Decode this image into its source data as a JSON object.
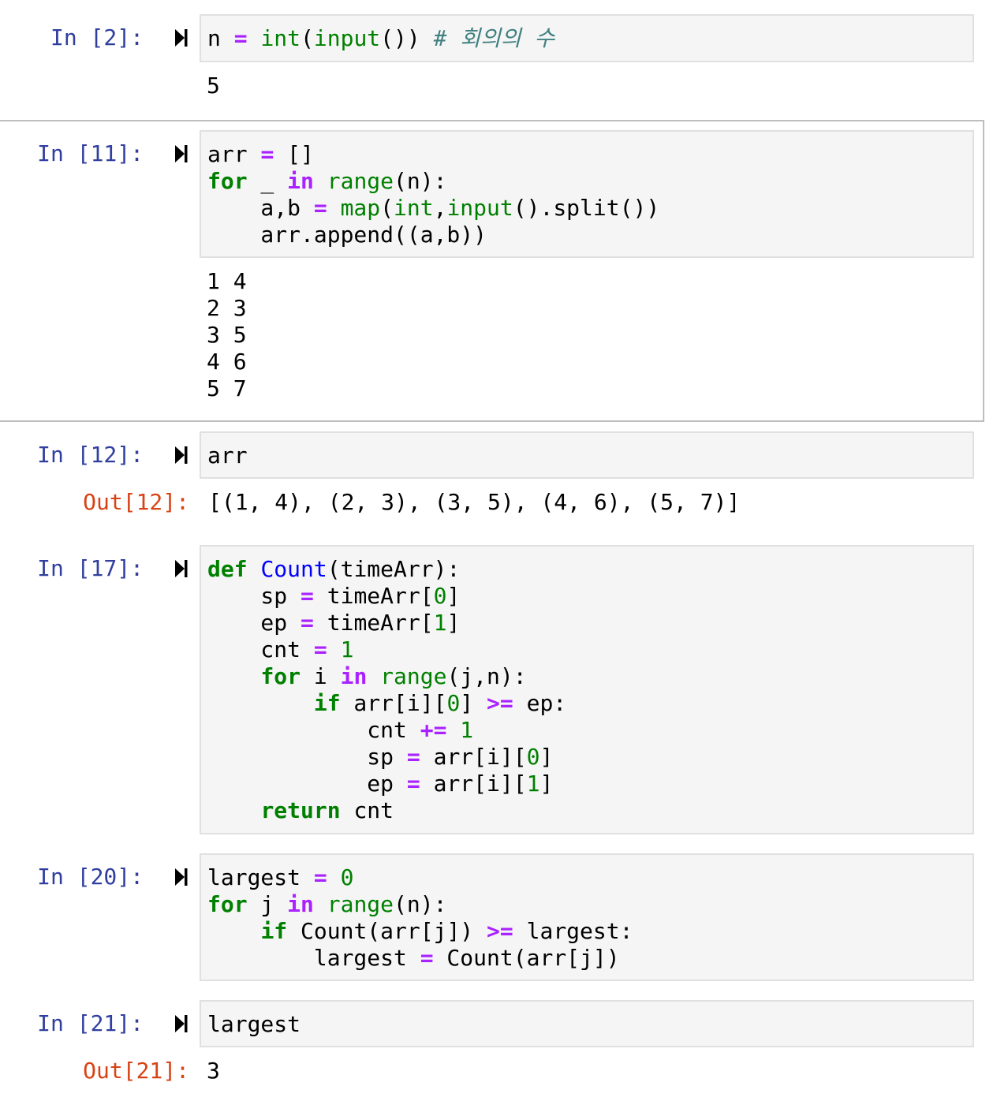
{
  "cells": [
    {
      "prompt": "In [2]:",
      "code_tokens": [
        {
          "t": "n ",
          "c": ""
        },
        {
          "t": "=",
          "c": "o"
        },
        {
          "t": " ",
          "c": ""
        },
        {
          "t": "int",
          "c": "b"
        },
        {
          "t": "(",
          "c": ""
        },
        {
          "t": "input",
          "c": "b"
        },
        {
          "t": "()) ",
          "c": ""
        },
        {
          "t": "# 회의의 수",
          "c": "c"
        }
      ],
      "output_lines": [
        "5"
      ]
    },
    {
      "prompt": "In [11]:",
      "code_tokens": [
        {
          "t": "arr ",
          "c": ""
        },
        {
          "t": "=",
          "c": "o"
        },
        {
          "t": " []\n",
          "c": ""
        },
        {
          "t": "for",
          "c": "k"
        },
        {
          "t": " _ ",
          "c": ""
        },
        {
          "t": "in",
          "c": "o"
        },
        {
          "t": " ",
          "c": ""
        },
        {
          "t": "range",
          "c": "b"
        },
        {
          "t": "(n):\n    a,b ",
          "c": ""
        },
        {
          "t": "=",
          "c": "o"
        },
        {
          "t": " ",
          "c": ""
        },
        {
          "t": "map",
          "c": "b"
        },
        {
          "t": "(",
          "c": ""
        },
        {
          "t": "int",
          "c": "b"
        },
        {
          "t": ",",
          "c": ""
        },
        {
          "t": "input",
          "c": "b"
        },
        {
          "t": "().split())\n    arr.append((a,b))",
          "c": ""
        }
      ],
      "output_lines": [
        "1 4",
        "2 3",
        "3 5",
        "4 6",
        "5 7"
      ]
    },
    {
      "prompt": "In [12]:",
      "code_tokens": [
        {
          "t": "arr",
          "c": ""
        }
      ],
      "out_prompt": "Out[12]:",
      "result": "[(1, 4), (2, 3), (3, 5), (4, 6), (5, 7)]"
    },
    {
      "prompt": "In [17]:",
      "code_tokens": [
        {
          "t": "def",
          "c": "k"
        },
        {
          "t": " ",
          "c": ""
        },
        {
          "t": "Count",
          "c": "f"
        },
        {
          "t": "(timeArr):\n    sp ",
          "c": ""
        },
        {
          "t": "=",
          "c": "o"
        },
        {
          "t": " timeArr[",
          "c": ""
        },
        {
          "t": "0",
          "c": "m"
        },
        {
          "t": "]\n    ep ",
          "c": ""
        },
        {
          "t": "=",
          "c": "o"
        },
        {
          "t": " timeArr[",
          "c": ""
        },
        {
          "t": "1",
          "c": "m"
        },
        {
          "t": "]\n    cnt ",
          "c": ""
        },
        {
          "t": "=",
          "c": "o"
        },
        {
          "t": " ",
          "c": ""
        },
        {
          "t": "1",
          "c": "m"
        },
        {
          "t": "\n    ",
          "c": ""
        },
        {
          "t": "for",
          "c": "k"
        },
        {
          "t": " i ",
          "c": ""
        },
        {
          "t": "in",
          "c": "o"
        },
        {
          "t": " ",
          "c": ""
        },
        {
          "t": "range",
          "c": "b"
        },
        {
          "t": "(j,n):\n        ",
          "c": ""
        },
        {
          "t": "if",
          "c": "k"
        },
        {
          "t": " arr[i][",
          "c": ""
        },
        {
          "t": "0",
          "c": "m"
        },
        {
          "t": "] ",
          "c": ""
        },
        {
          "t": ">=",
          "c": "o"
        },
        {
          "t": " ep:\n            cnt ",
          "c": ""
        },
        {
          "t": "+=",
          "c": "o"
        },
        {
          "t": " ",
          "c": ""
        },
        {
          "t": "1",
          "c": "m"
        },
        {
          "t": "\n            sp ",
          "c": ""
        },
        {
          "t": "=",
          "c": "o"
        },
        {
          "t": " arr[i][",
          "c": ""
        },
        {
          "t": "0",
          "c": "m"
        },
        {
          "t": "]\n            ep ",
          "c": ""
        },
        {
          "t": "=",
          "c": "o"
        },
        {
          "t": " arr[i][",
          "c": ""
        },
        {
          "t": "1",
          "c": "m"
        },
        {
          "t": "]\n    ",
          "c": ""
        },
        {
          "t": "return",
          "c": "k"
        },
        {
          "t": " cnt",
          "c": ""
        }
      ]
    },
    {
      "prompt": "In [20]:",
      "code_tokens": [
        {
          "t": "largest ",
          "c": ""
        },
        {
          "t": "=",
          "c": "o"
        },
        {
          "t": " ",
          "c": ""
        },
        {
          "t": "0",
          "c": "m"
        },
        {
          "t": "\n",
          "c": ""
        },
        {
          "t": "for",
          "c": "k"
        },
        {
          "t": " j ",
          "c": ""
        },
        {
          "t": "in",
          "c": "o"
        },
        {
          "t": " ",
          "c": ""
        },
        {
          "t": "range",
          "c": "b"
        },
        {
          "t": "(n):\n    ",
          "c": ""
        },
        {
          "t": "if",
          "c": "k"
        },
        {
          "t": " Count(arr[j]) ",
          "c": ""
        },
        {
          "t": ">=",
          "c": "o"
        },
        {
          "t": " largest:\n        largest ",
          "c": ""
        },
        {
          "t": "=",
          "c": "o"
        },
        {
          "t": " Count(arr[j])",
          "c": ""
        }
      ]
    },
    {
      "prompt": "In [21]:",
      "code_tokens": [
        {
          "t": "largest",
          "c": ""
        }
      ],
      "out_prompt": "Out[21]:",
      "result": "3"
    }
  ]
}
